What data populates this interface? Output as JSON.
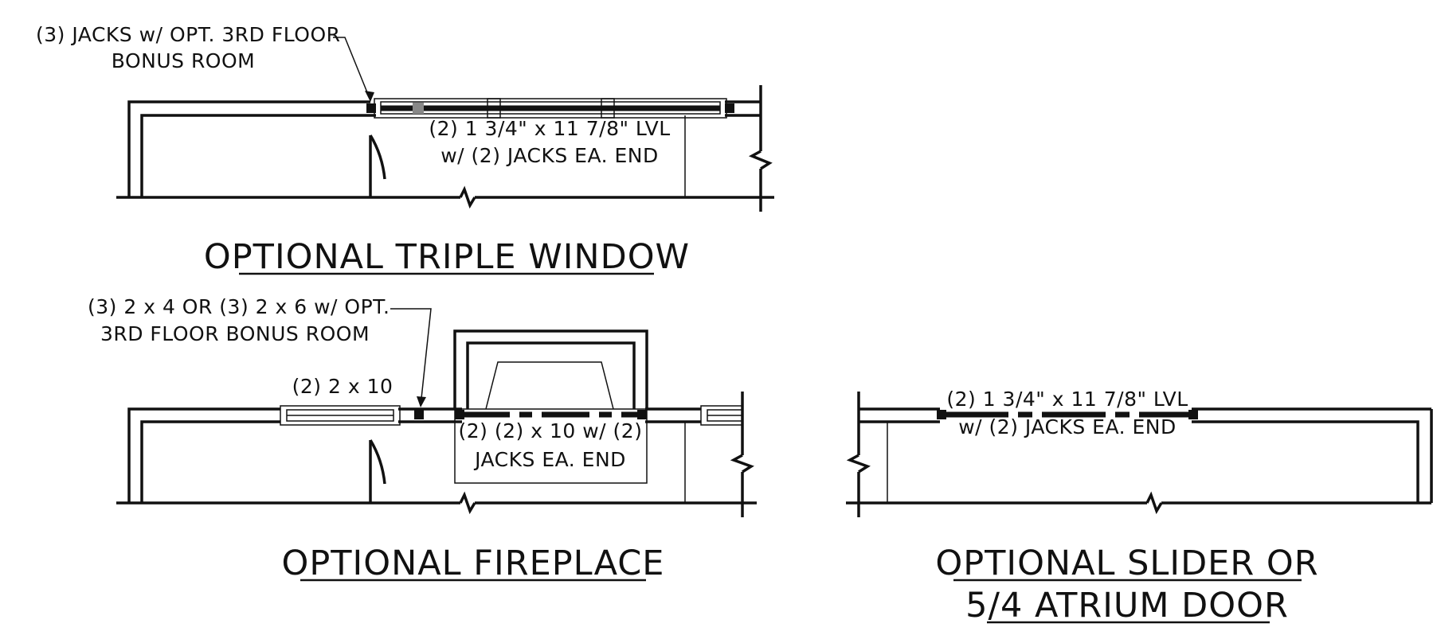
{
  "details": {
    "triple_window": {
      "title": "OPTIONAL TRIPLE WINDOW",
      "callout_line1": "(3) JACKS w/ OPT. 3RD FLOOR",
      "callout_line2": "BONUS ROOM",
      "header_line1": "(2) 1 3/4\" x 11 7/8\" LVL",
      "header_line2": "w/ (2) JACKS EA. END"
    },
    "fireplace": {
      "title": "OPTIONAL FIREPLACE",
      "callout_line1": "(3) 2 x 4 OR (3) 2 x 6 w/ OPT.",
      "callout_line2": "3RD FLOOR BONUS ROOM",
      "window_header": "(2) 2 x 10",
      "header_line1": "(2) (2) x 10 w/ (2)",
      "header_line2": "JACKS EA. END"
    },
    "slider": {
      "title_line1": "OPTIONAL SLIDER OR",
      "title_line2": "5/4 ATRIUM DOOR",
      "header_line1": "(2) 1 3/4\" x 11 7/8\" LVL",
      "header_line2": "w/ (2) JACKS EA. END"
    }
  }
}
